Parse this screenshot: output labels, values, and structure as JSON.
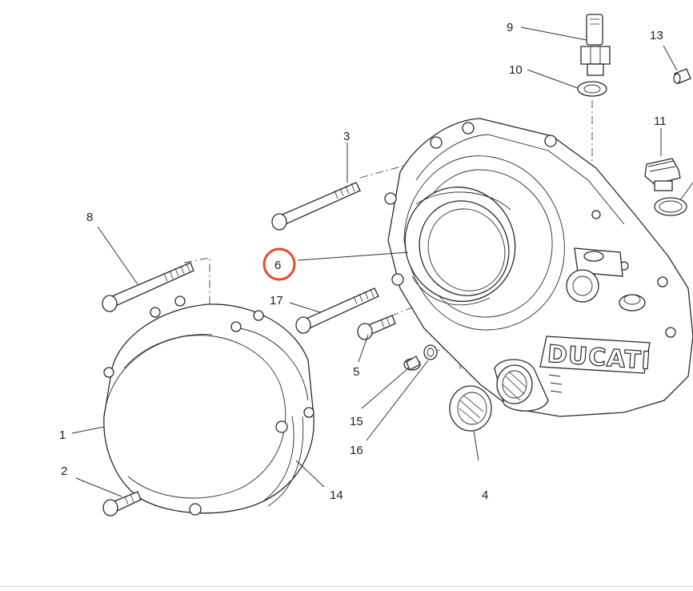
{
  "diagram": {
    "brand_text": "DUCATI",
    "highlight_color": "#e8492a",
    "highlighted_callout": "6",
    "callouts": [
      {
        "id": "c1",
        "label": "1"
      },
      {
        "id": "c2",
        "label": "2"
      },
      {
        "id": "c3",
        "label": "3"
      },
      {
        "id": "c4",
        "label": "4"
      },
      {
        "id": "c5",
        "label": "5"
      },
      {
        "id": "c6",
        "label": "6"
      },
      {
        "id": "c8",
        "label": "8"
      },
      {
        "id": "c9",
        "label": "9"
      },
      {
        "id": "c10",
        "label": "10"
      },
      {
        "id": "c11",
        "label": "11"
      },
      {
        "id": "c13",
        "label": "13"
      },
      {
        "id": "c14",
        "label": "14"
      },
      {
        "id": "c15",
        "label": "15"
      },
      {
        "id": "c16",
        "label": "16"
      },
      {
        "id": "c17",
        "label": "17"
      }
    ]
  }
}
